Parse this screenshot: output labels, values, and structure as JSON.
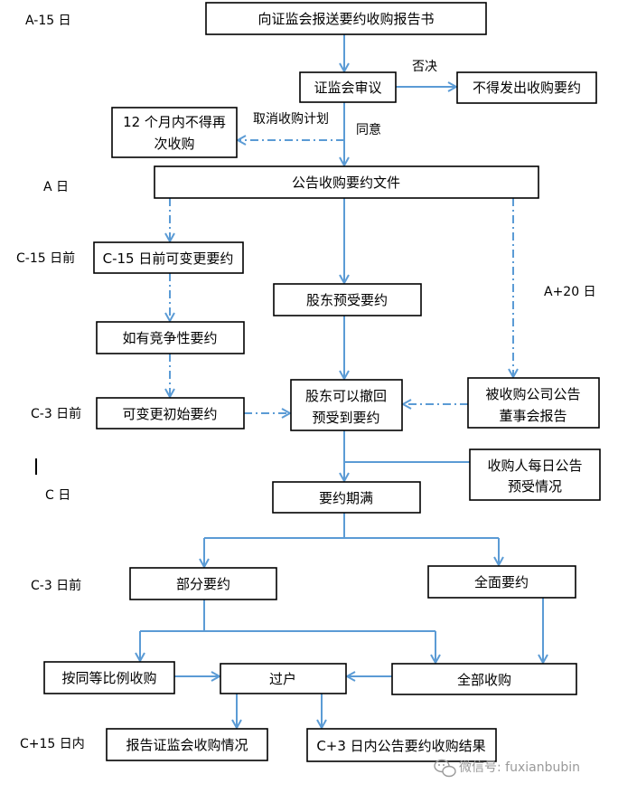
{
  "timeline": {
    "a_minus_15": "A-15 日",
    "a_day": "A 日",
    "c_minus_15": "C-15 日前",
    "a_plus_20": "A+20 日",
    "c_minus_3_upper": "C-3 日前",
    "c_day": "C 日",
    "c_minus_3_lower": "C-3 日前",
    "c_plus_15": "C+15 日内"
  },
  "nodes": {
    "submit_report": "向证监会报送要约收购报告书",
    "csrc_review": "证监会审议",
    "no_offer": "不得发出收购要约",
    "no_reacquire": [
      "12 个月内不得再",
      "次收购"
    ],
    "announce_offer": "公告收购要约文件",
    "change_offer": "C-15 日前可变更要约",
    "shareholder_accept": "股东预受要约",
    "competing_offer": "如有竞争性要约",
    "board_report": [
      "被收购公司公告",
      "董事会报告"
    ],
    "withdraw_acceptance": [
      "股东可以撤回",
      "预受到要约"
    ],
    "change_initial_offer": "可变更初始要约",
    "daily_announcement": [
      "收购人每日公告",
      "预受情况"
    ],
    "offer_expiry": "要约期满",
    "partial_offer": "部分要约",
    "full_offer": "全面要约",
    "pro_rata_purchase": "按同等比例收购",
    "transfer": "过户",
    "purchase_all": "全部收购",
    "report_csrc": "报告证监会收购情况",
    "announce_result": "C+3 日内公告要约收购结果"
  },
  "edge_labels": {
    "rejected": "否决",
    "approved": "同意",
    "cancel_plan": "取消收购计划"
  },
  "watermark": {
    "icon": "wechat-icon",
    "text": "微信号: fuxianbubin"
  },
  "colors": {
    "arrow": "#5b9bd5",
    "box_border": "#000000",
    "text": "#000000",
    "watermark": "#9a9a9a"
  }
}
